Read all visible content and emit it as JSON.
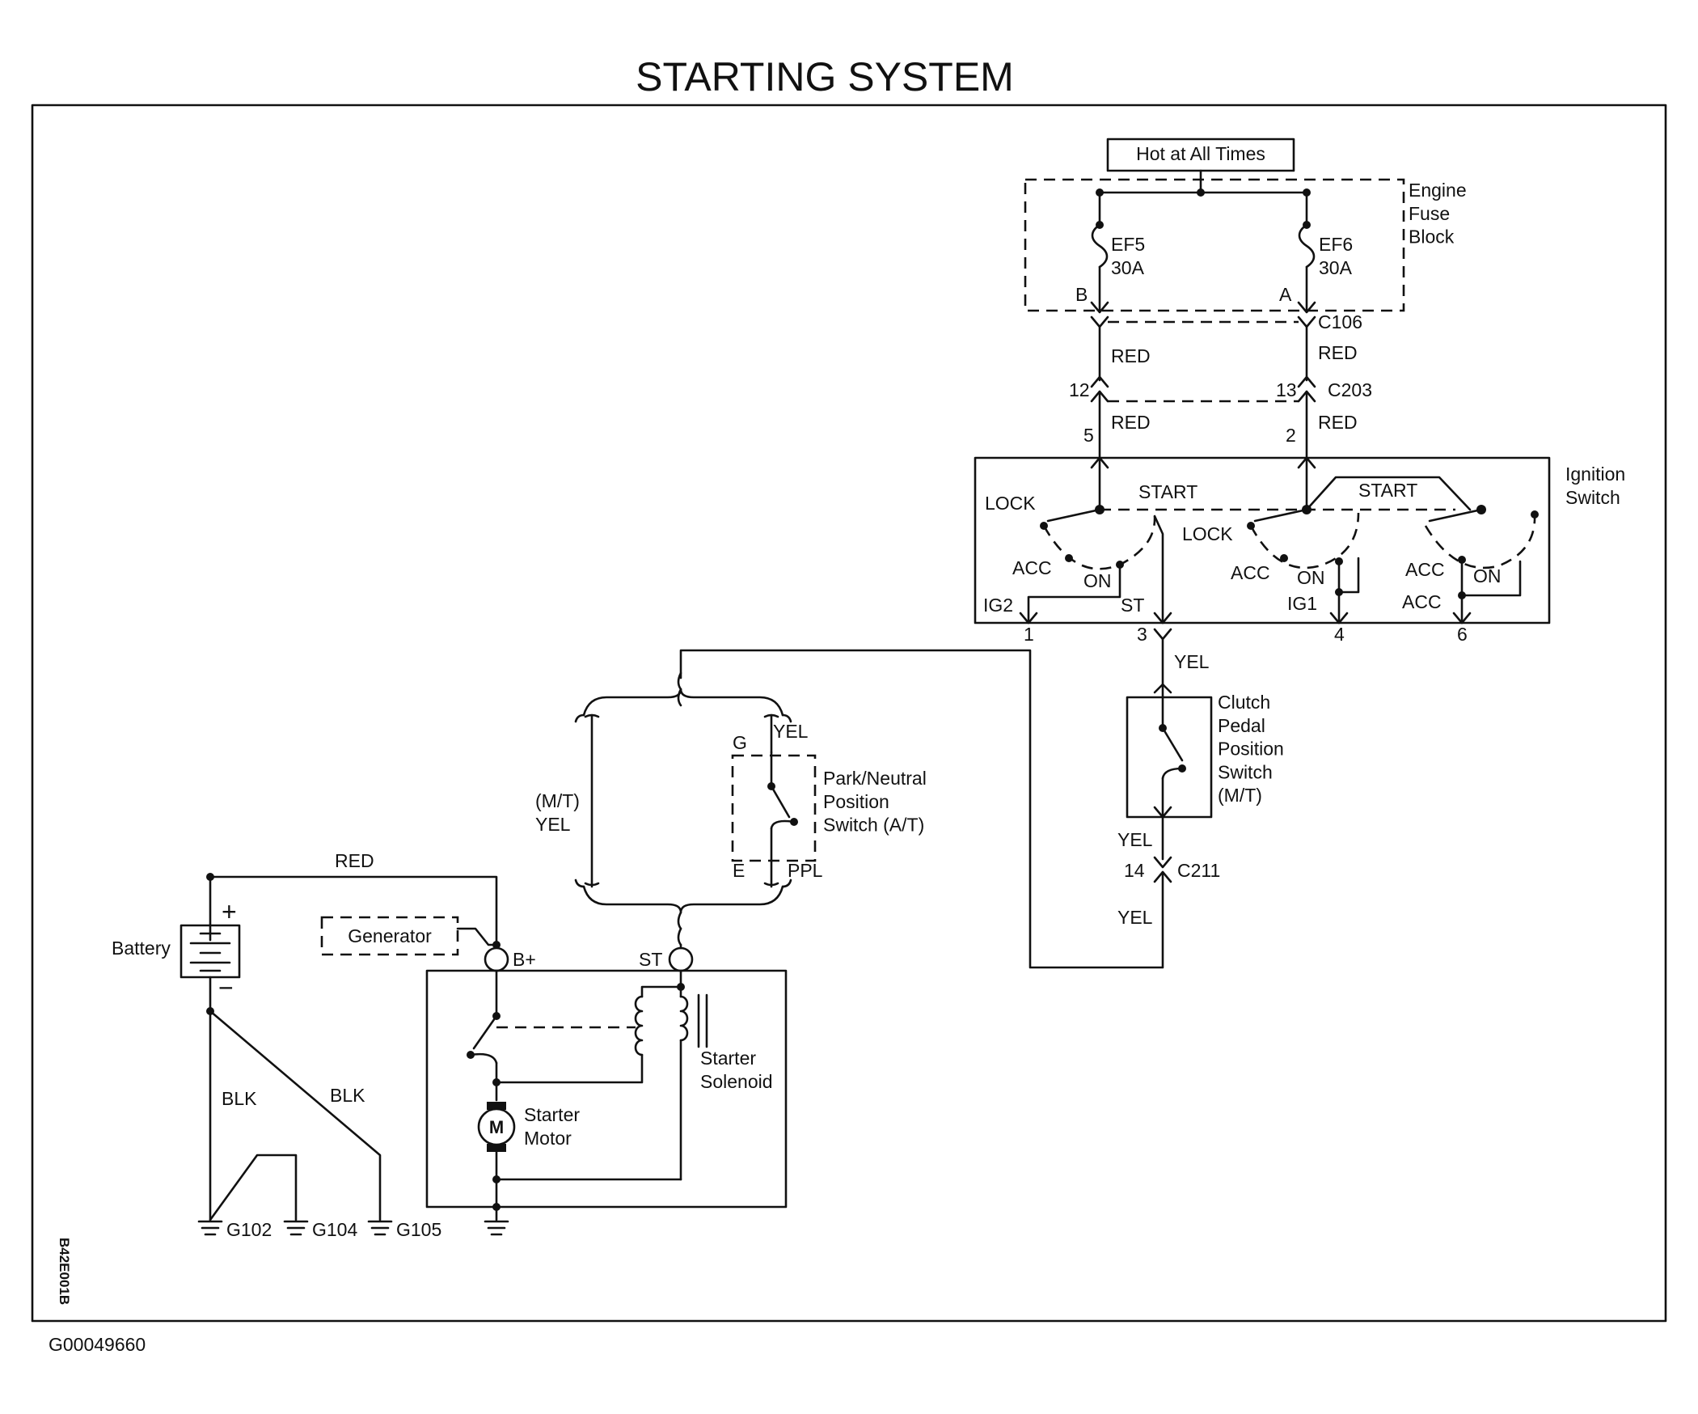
{
  "title": "STARTING SYSTEM",
  "figure_id": "G00049660",
  "side_code": "B42E001B",
  "fuse_block": {
    "supply": "Hot at All Times",
    "name": "Engine\nFuse\nBlock",
    "fuse_left": "EF5\n30A",
    "fuse_right": "EF6\n30A",
    "pin_left": "B",
    "pin_right": "A"
  },
  "connectors": {
    "c106": "C106",
    "c203": "C203",
    "c211": "C211",
    "c203_pin_left": "12",
    "c203_pin_right": "13",
    "c211_pin": "14"
  },
  "wires": {
    "red_1": "RED",
    "red_2": "RED",
    "red_3": "RED",
    "red_4": "RED",
    "yel_1": "YEL",
    "yel_2": "YEL",
    "yel_3": "YEL",
    "yel_4": "YEL",
    "mt_yel": "(M/T)\nYEL",
    "ppl": "PPL",
    "red_batt": "RED",
    "blk_1": "BLK",
    "blk_2": "BLK"
  },
  "ignition_switch": {
    "name": "Ignition\nSwitch",
    "pin_5": "5",
    "pin_2": "2",
    "pin_1": "1",
    "pin_3": "3",
    "pin_4": "4",
    "pin_6": "6",
    "start_1": "START",
    "start_2": "START",
    "lock_1": "LOCK",
    "lock_2": "LOCK",
    "acc_1": "ACC",
    "acc_2": "ACC",
    "acc_3": "ACC",
    "acc_4": "ACC",
    "on_1": "ON",
    "on_2": "ON",
    "on_3": "ON",
    "ig2": "IG2",
    "st": "ST",
    "ig1": "IG1"
  },
  "clutch_switch": {
    "name": "Clutch\nPedal\nPosition\nSwitch\n(M/T)"
  },
  "park_neutral": {
    "name": "Park/Neutral\nPosition\nSwitch (A/T)",
    "pin_g": "G",
    "pin_e": "E"
  },
  "battery": {
    "name": "Battery",
    "plus": "+",
    "minus": "−"
  },
  "generator": {
    "name": "Generator"
  },
  "starter": {
    "bplus": "B+",
    "st": "ST",
    "solenoid": "Starter\nSolenoid",
    "motor": "Starter\nMotor",
    "motor_symbol": "M"
  },
  "grounds": {
    "g102": "G102",
    "g104": "G104",
    "g105": "G105"
  }
}
